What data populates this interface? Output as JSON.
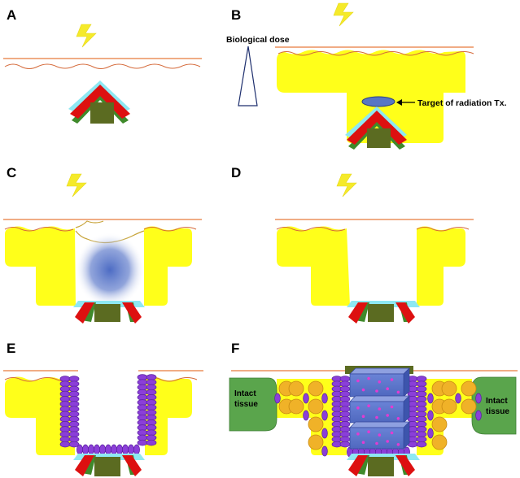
{
  "panels": [
    {
      "id": "A",
      "label": "A"
    },
    {
      "id": "B",
      "label": "B"
    },
    {
      "id": "C",
      "label": "C"
    },
    {
      "id": "D",
      "label": "D"
    },
    {
      "id": "E",
      "label": "E"
    },
    {
      "id": "F",
      "label": "F"
    }
  ],
  "annotations": {
    "biological_dose": "Biological dose",
    "target": "Target of radiation Tx.",
    "intact_left_line1": "Intact",
    "intact_left_line2": "tissue",
    "intact_right_line1": "Intact",
    "intact_right_line2": "tissue"
  },
  "colors": {
    "tissue": "#ffff1a",
    "skin_line": "#e87a3c",
    "bone": "#5b6b21",
    "vessel_red": "#dd1010",
    "vessel_green": "#3f8a2b",
    "cyan_layer": "#8ee8f2",
    "lightning": "#f5ea2a",
    "cell_purple": "#8b3fd8",
    "cell_orange": "#f0b228",
    "intact_green": "#5aa54c",
    "scaffold_blue": "#5b74c9",
    "target_ellipse": "#5876c4"
  }
}
